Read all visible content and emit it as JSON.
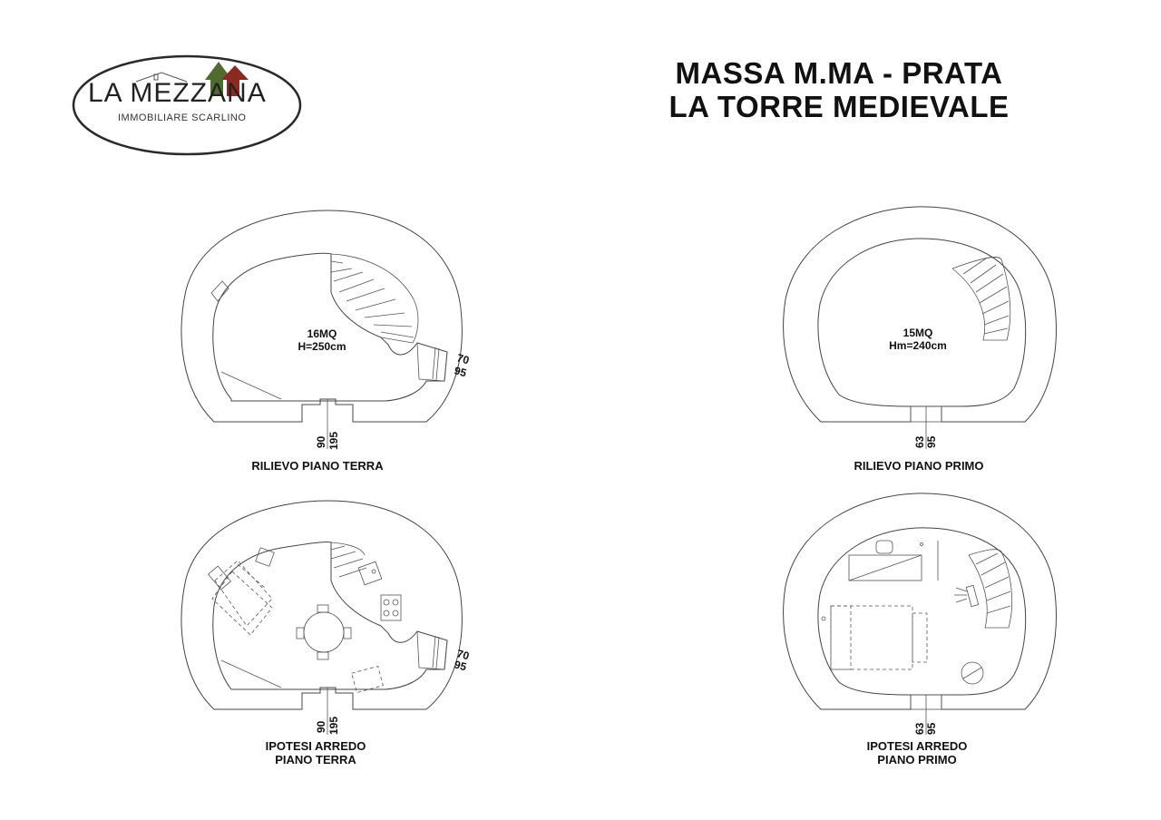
{
  "logo": {
    "name": "LA MEZZANA",
    "subtitle": "IMMOBILIARE SCARLINO",
    "colors": {
      "green": "#4f6b2f",
      "red": "#8b2a1e",
      "outline": "#2a2a2a"
    }
  },
  "title": {
    "line1": "MASSA M.MA - PRATA",
    "line2": "LA TORRE MEDIEVALE"
  },
  "plans": {
    "ground_survey": {
      "caption": "RILIEVO PIANO TERRA",
      "area": "16MQ",
      "height": "H=250cm",
      "window_dims": [
        "70",
        "95"
      ],
      "door_dims": [
        "90",
        "195"
      ]
    },
    "first_survey": {
      "caption": "RILIEVO PIANO PRIMO",
      "area": "15MQ",
      "height": "Hm=240cm",
      "door_dims": [
        "63",
        "95"
      ]
    },
    "ground_furnish": {
      "caption_line1": "IPOTESI ARREDO",
      "caption_line2": "PIANO TERRA",
      "window_dims": [
        "70",
        "95"
      ],
      "door_dims": [
        "90",
        "195"
      ]
    },
    "first_furnish": {
      "caption_line1": "IPOTESI ARREDO",
      "caption_line2": "PIANO PRIMO",
      "door_dims": [
        "63",
        "95"
      ]
    }
  }
}
